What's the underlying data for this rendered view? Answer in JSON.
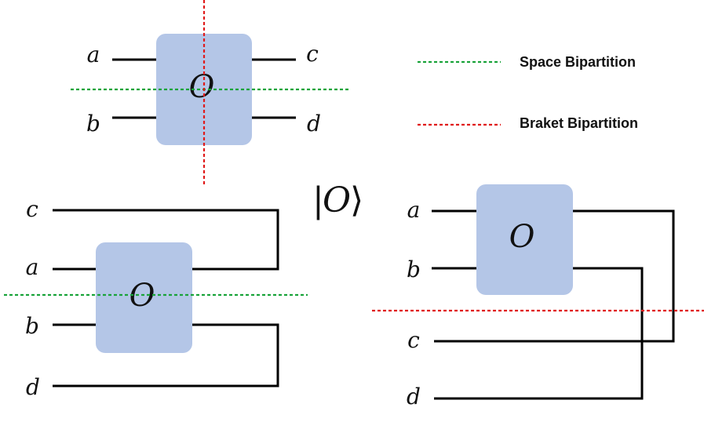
{
  "colors": {
    "operator_fill": "#b4c6e7",
    "space_line": "#1aa33a",
    "braket_line": "#e01b1b",
    "wire": "#000000"
  },
  "legend": {
    "space_label": "Space Bipartition",
    "braket_label": "Braket Bipartition"
  },
  "operator_symbol": "O",
  "ket": {
    "left": "|",
    "symbol": "O",
    "right": "⟩"
  },
  "top_diagram": {
    "inputs": [
      "a",
      "b"
    ],
    "outputs": [
      "c",
      "d"
    ]
  },
  "bottom_left_diagram": {
    "labels": [
      "c",
      "a",
      "b",
      "d"
    ]
  },
  "bottom_right_diagram": {
    "labels": [
      "a",
      "b",
      "c",
      "d"
    ]
  }
}
